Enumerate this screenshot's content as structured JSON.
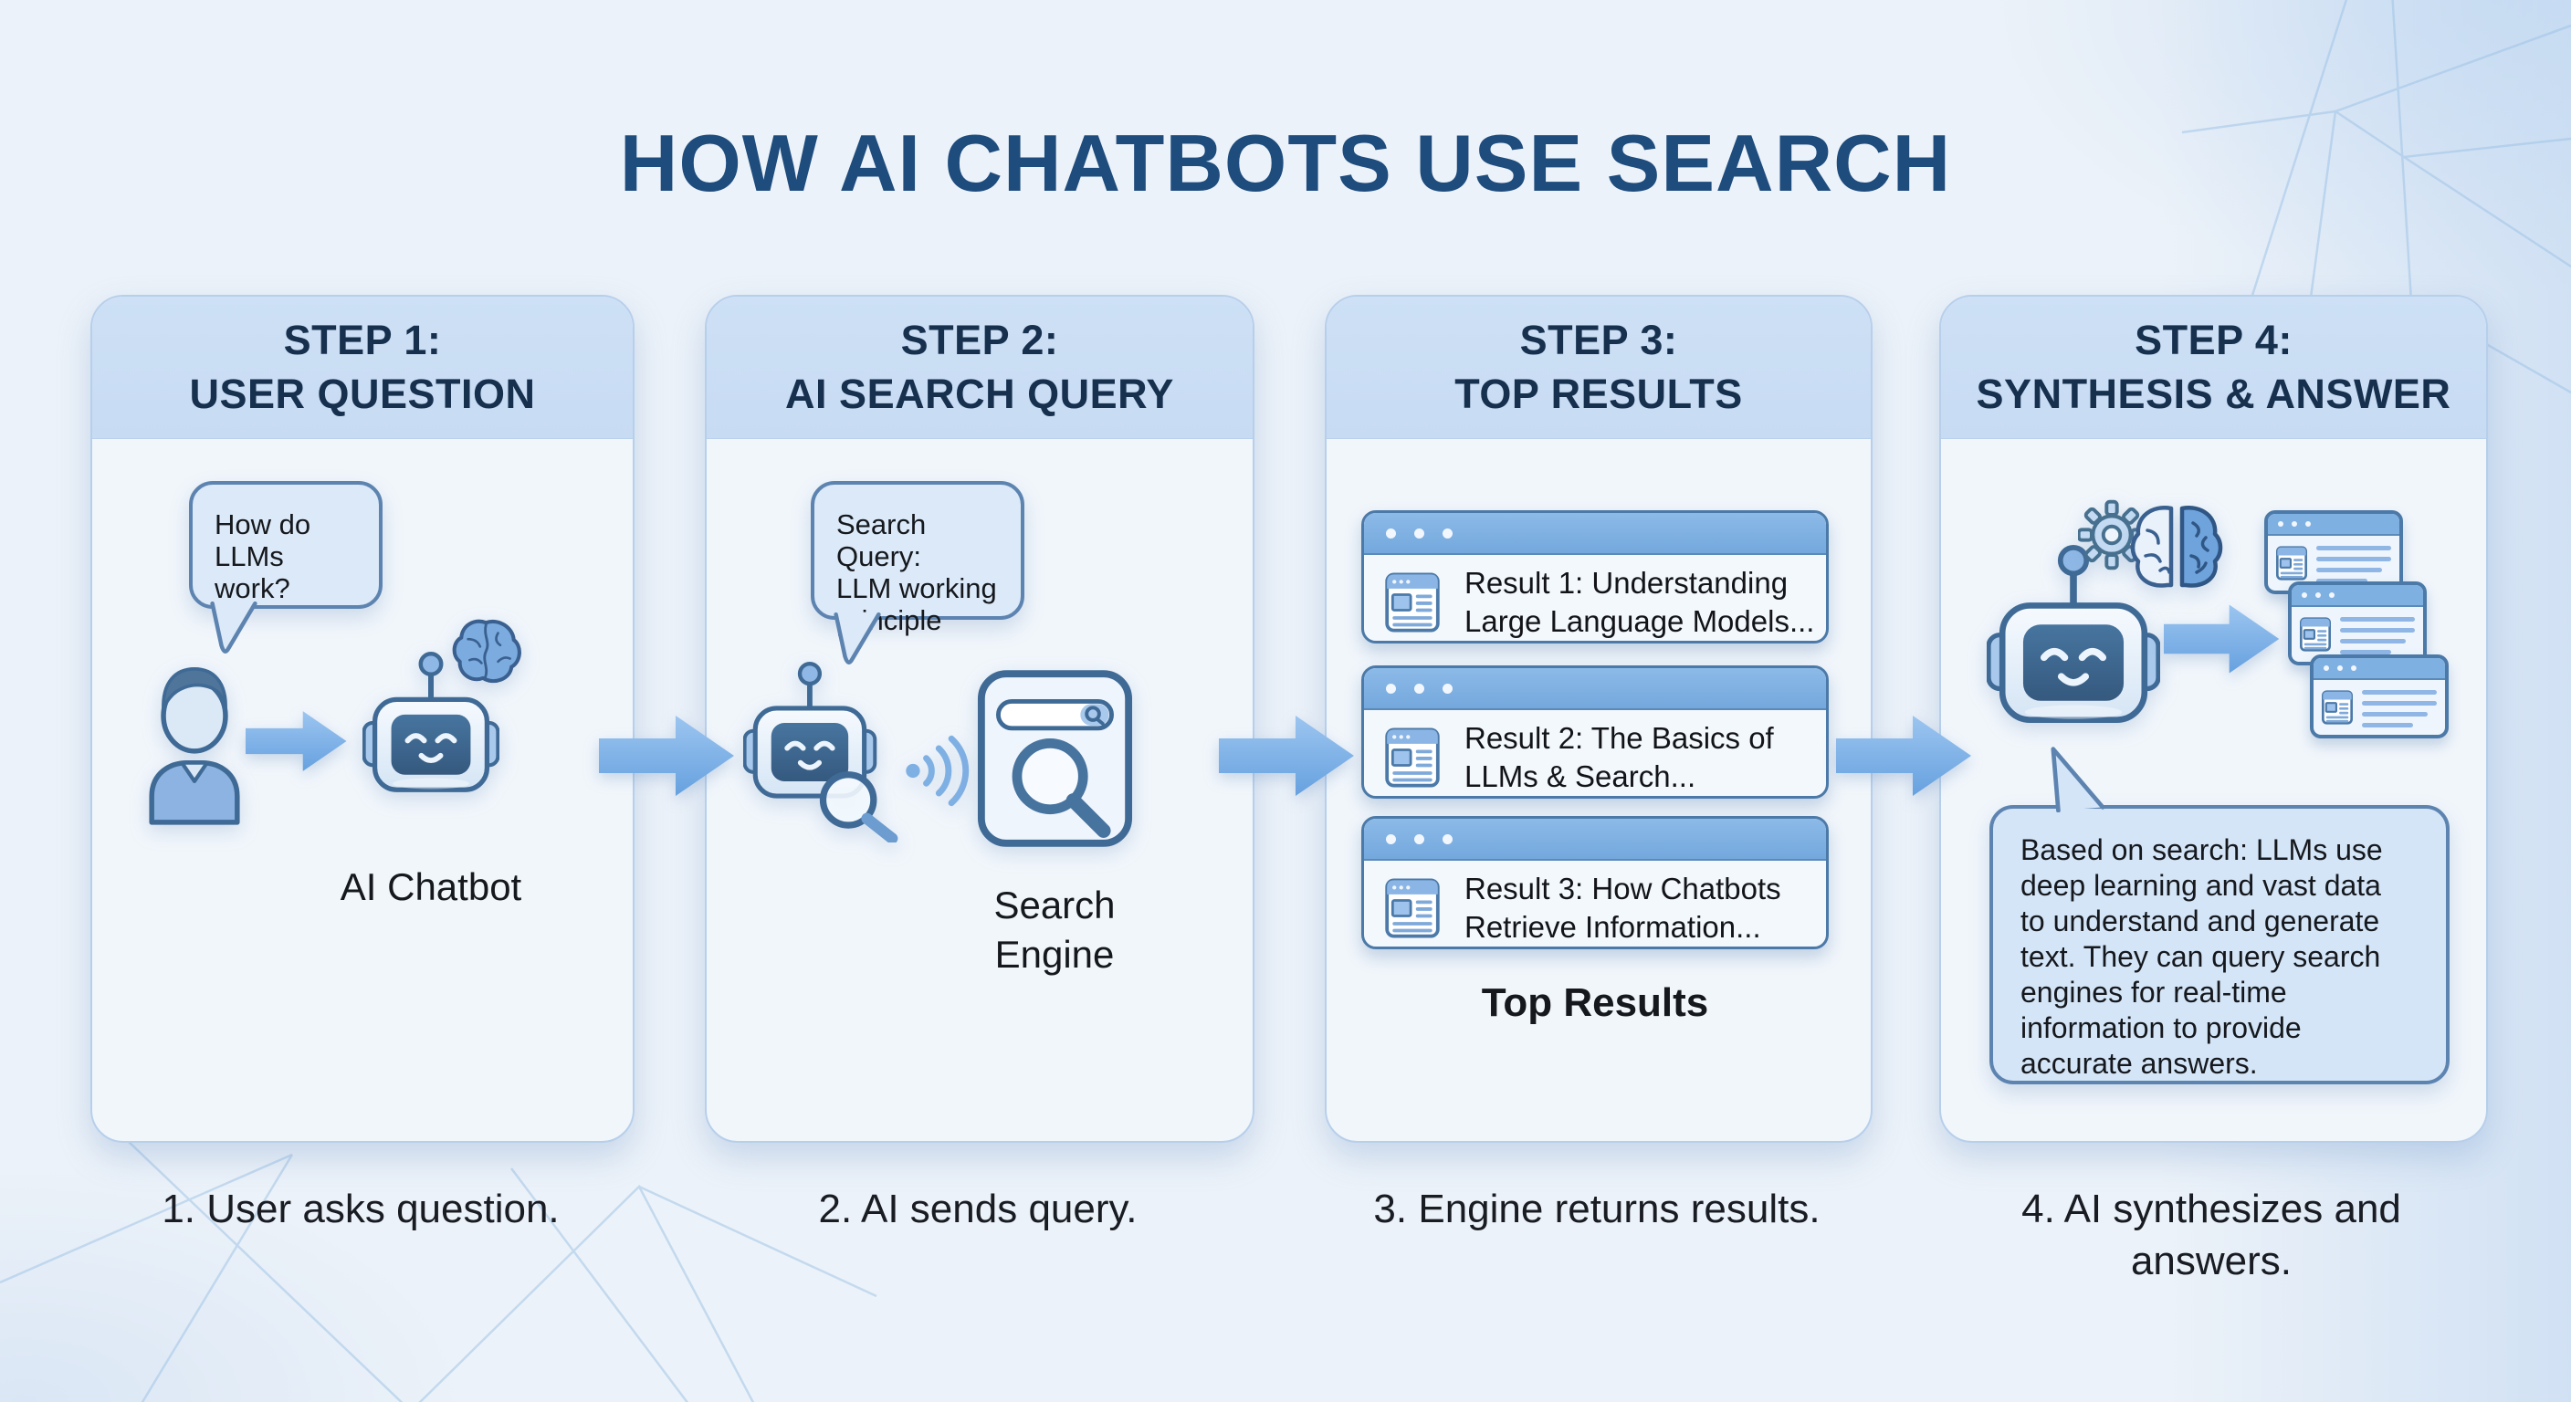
{
  "page": {
    "title": "HOW AI CHATBOTS USE SEARCH"
  },
  "colors": {
    "page_bg": "#ecf2f9",
    "title": "#1e4c7d",
    "card_bg": "#f1f6fb",
    "card_border": "#b7cfeb",
    "card_header_bg": "#c7dbf3",
    "header_text": "#16304e",
    "bubble_bg": "#dbe9f8",
    "bubble_border": "#5d84b0",
    "arrow": "#7cb0e7",
    "outline": "#3f6a96",
    "window_titlebar": "#7fb0e2",
    "body_text": "#15181d"
  },
  "icons": {
    "person-icon": "user silhouette",
    "robot-icon": "chatbot head with antenna",
    "brain-icon": "brain",
    "gear-icon": "gear",
    "magnifier-icon": "magnifying glass",
    "signal-waves-icon": "signal waves",
    "search-engine-icon": "browser box with search bar and magnifier",
    "browser-window-icon": "browser window with three dots",
    "page-icon": "webpage thumbnail",
    "arrow-right-icon": "right arrow"
  },
  "steps": [
    {
      "header": "STEP 1:\nUSER QUESTION",
      "bubble_text": "How do\nLLMs work?",
      "label": "AI Chatbot",
      "caption": "1. User asks question."
    },
    {
      "header": "STEP 2:\nAI SEARCH QUERY",
      "bubble_text": "Search Query:\nLLM working\nprinciple",
      "label": "Search\nEngine",
      "caption": "2. AI sends query."
    },
    {
      "header": "STEP 3:\nTOP RESULTS",
      "results": [
        "Result 1: Understanding\nLarge Language Models...",
        "Result 2: The Basics of\nLLMs & Search...",
        "Result 3: How Chatbots\nRetrieve Information..."
      ],
      "label": "Top Results",
      "caption": "3. Engine returns results."
    },
    {
      "header": "STEP 4:\nSYNTHESIS & ANSWER",
      "bubble_text": "Based on search: LLMs use\ndeep learning and vast data\nto understand and generate\ntext. They can query search\nengines for real-time\ninformation to provide\naccurate answers.",
      "caption": "4. AI synthesizes and\nanswers."
    }
  ]
}
